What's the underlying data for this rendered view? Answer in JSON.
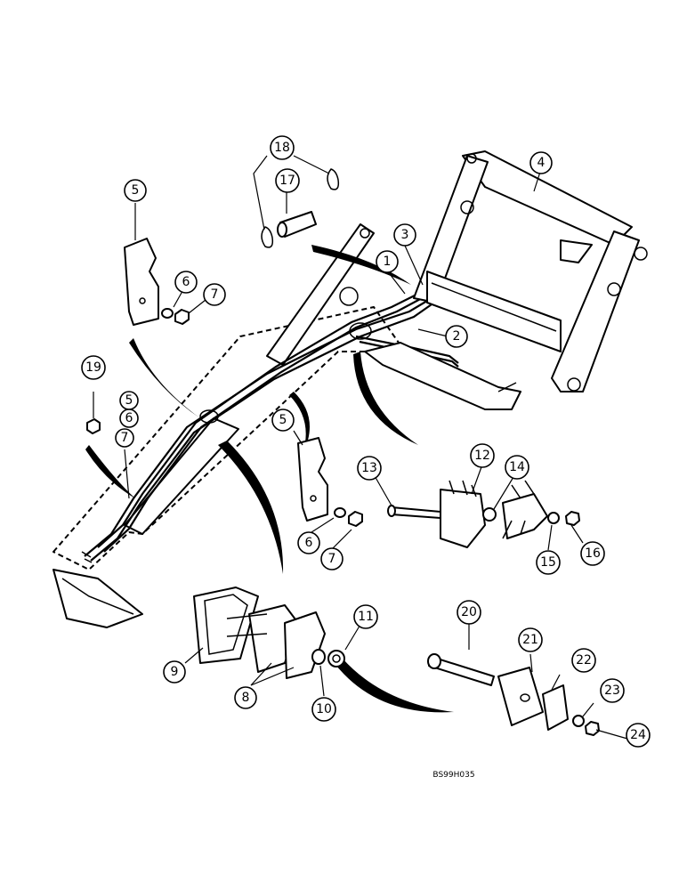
{
  "figure": {
    "reference_code": "BS99H035"
  },
  "callouts": [
    {
      "id": "c1",
      "label": "1"
    },
    {
      "id": "c2",
      "label": "2"
    },
    {
      "id": "c3",
      "label": "3"
    },
    {
      "id": "c4",
      "label": "4"
    },
    {
      "id": "c5a",
      "label": "5"
    },
    {
      "id": "c5b",
      "label": "5"
    },
    {
      "id": "c6a",
      "label": "6"
    },
    {
      "id": "c6b",
      "label": "6"
    },
    {
      "id": "c7a",
      "label": "7"
    },
    {
      "id": "c7b",
      "label": "7"
    },
    {
      "id": "c8",
      "label": "8"
    },
    {
      "id": "c9",
      "label": "9"
    },
    {
      "id": "c10",
      "label": "10"
    },
    {
      "id": "c11",
      "label": "11"
    },
    {
      "id": "c12",
      "label": "12"
    },
    {
      "id": "c13",
      "label": "13"
    },
    {
      "id": "c14",
      "label": "14"
    },
    {
      "id": "c15",
      "label": "15"
    },
    {
      "id": "c16",
      "label": "16"
    },
    {
      "id": "c17",
      "label": "17"
    },
    {
      "id": "c18",
      "label": "18"
    },
    {
      "id": "c19",
      "label": "19"
    },
    {
      "id": "c20",
      "label": "20"
    },
    {
      "id": "c21",
      "label": "21"
    },
    {
      "id": "c22",
      "label": "22"
    },
    {
      "id": "c23",
      "label": "23"
    },
    {
      "id": "c24",
      "label": "24"
    }
  ],
  "stacked_labels": [
    "5",
    "6",
    "7"
  ]
}
